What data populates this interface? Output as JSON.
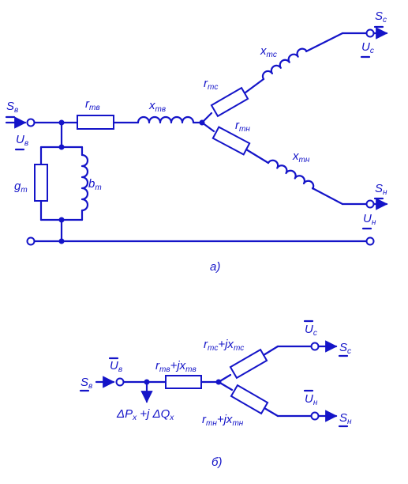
{
  "diagram_a": {
    "S_input": "S",
    "S_input_sub": "в",
    "U_input": "U",
    "U_input_sub": "в",
    "g_m": "g",
    "g_m_sub": "m",
    "b_m": "b",
    "b_m_sub": "m",
    "r_mv": "r",
    "r_mv_sub": "mв",
    "x_mv": "x",
    "x_mv_sub": "mв",
    "r_mc": "r",
    "r_mc_sub": "mc",
    "x_mc": "x",
    "x_mc_sub": "mc",
    "r_mn": "r",
    "r_mn_sub": "mн",
    "x_mn": "x",
    "x_mn_sub": "mн",
    "S_c": "S",
    "S_c_sub": "c",
    "U_c": "U",
    "U_c_sub": "c",
    "S_n": "S",
    "S_n_sub": "н",
    "U_n": "U",
    "U_n_sub": "н",
    "caption": "а)"
  },
  "diagram_b": {
    "U_v": "U",
    "U_v_sub": "в",
    "S_v": "S",
    "S_v_sub": "в",
    "z_mv": "r",
    "z_mv_sub": "mв",
    "z_mv_j": "+jx",
    "z_mv_j_sub": "mв",
    "loss": "ΔP",
    "loss_sub": "x",
    "loss_j": " +j ",
    "loss_q": "ΔQ",
    "loss_q_sub": "x",
    "z_mc": "r",
    "z_mc_sub": "mc",
    "z_mc_j": "+jx",
    "z_mc_j_sub": "mc",
    "z_mn": "r",
    "z_mn_sub": "mн",
    "z_mn_j": "+jx",
    "z_mn_j_sub": "mн",
    "U_c": "U",
    "U_c_sub": "c",
    "S_c": "S",
    "S_c_sub": "c",
    "U_n": "U",
    "U_n_sub": "н",
    "S_n": "S",
    "S_n_sub": "н",
    "caption": "б)"
  }
}
